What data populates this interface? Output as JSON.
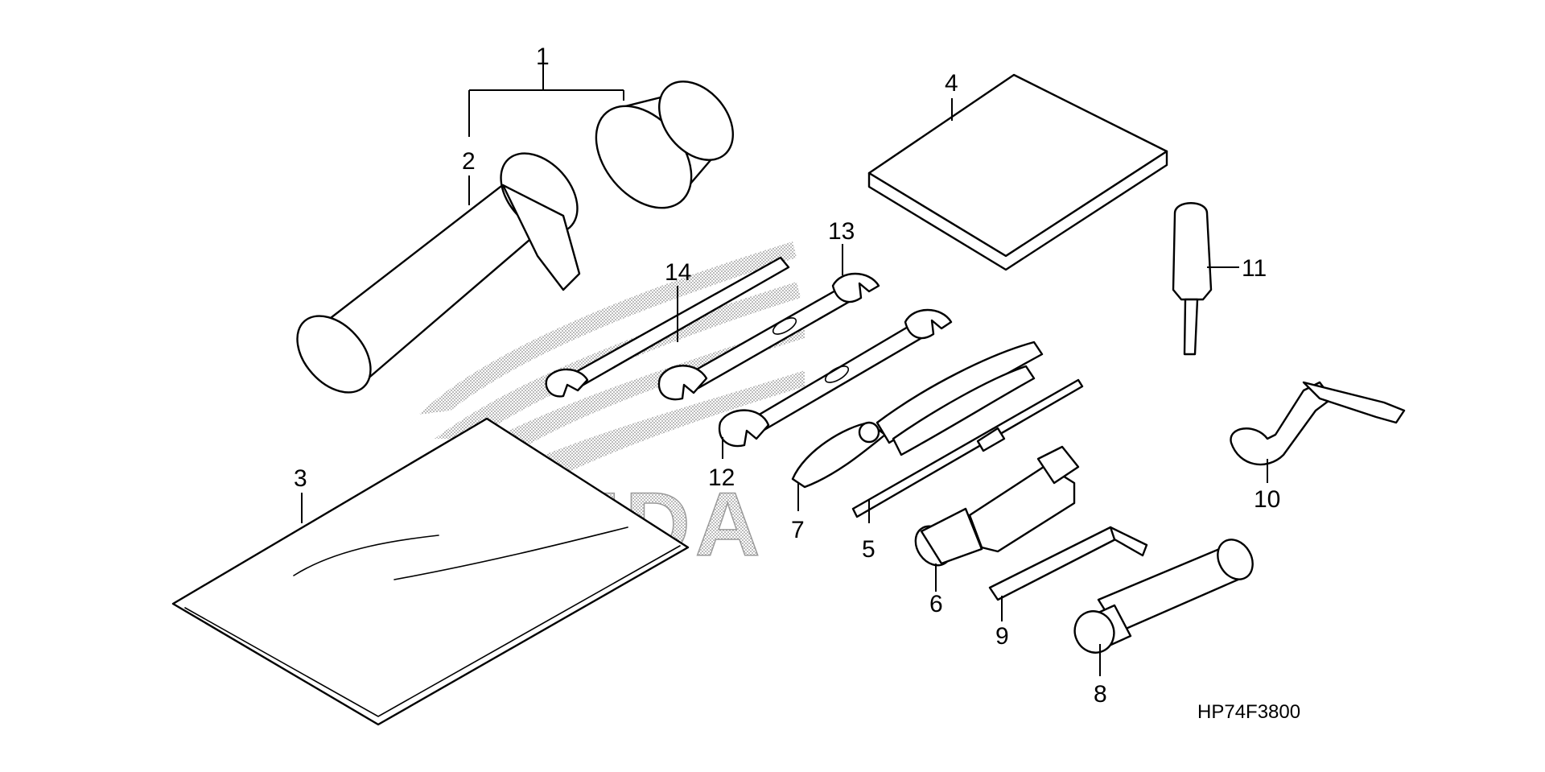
{
  "watermark": {
    "text": "HONDA",
    "name": "honda-wing-logo"
  },
  "diagram_code": "HP74F3800",
  "callouts": [
    "1",
    "2",
    "3",
    "4",
    "5",
    "6",
    "7",
    "8",
    "9",
    "10",
    "11",
    "12",
    "13",
    "14"
  ]
}
